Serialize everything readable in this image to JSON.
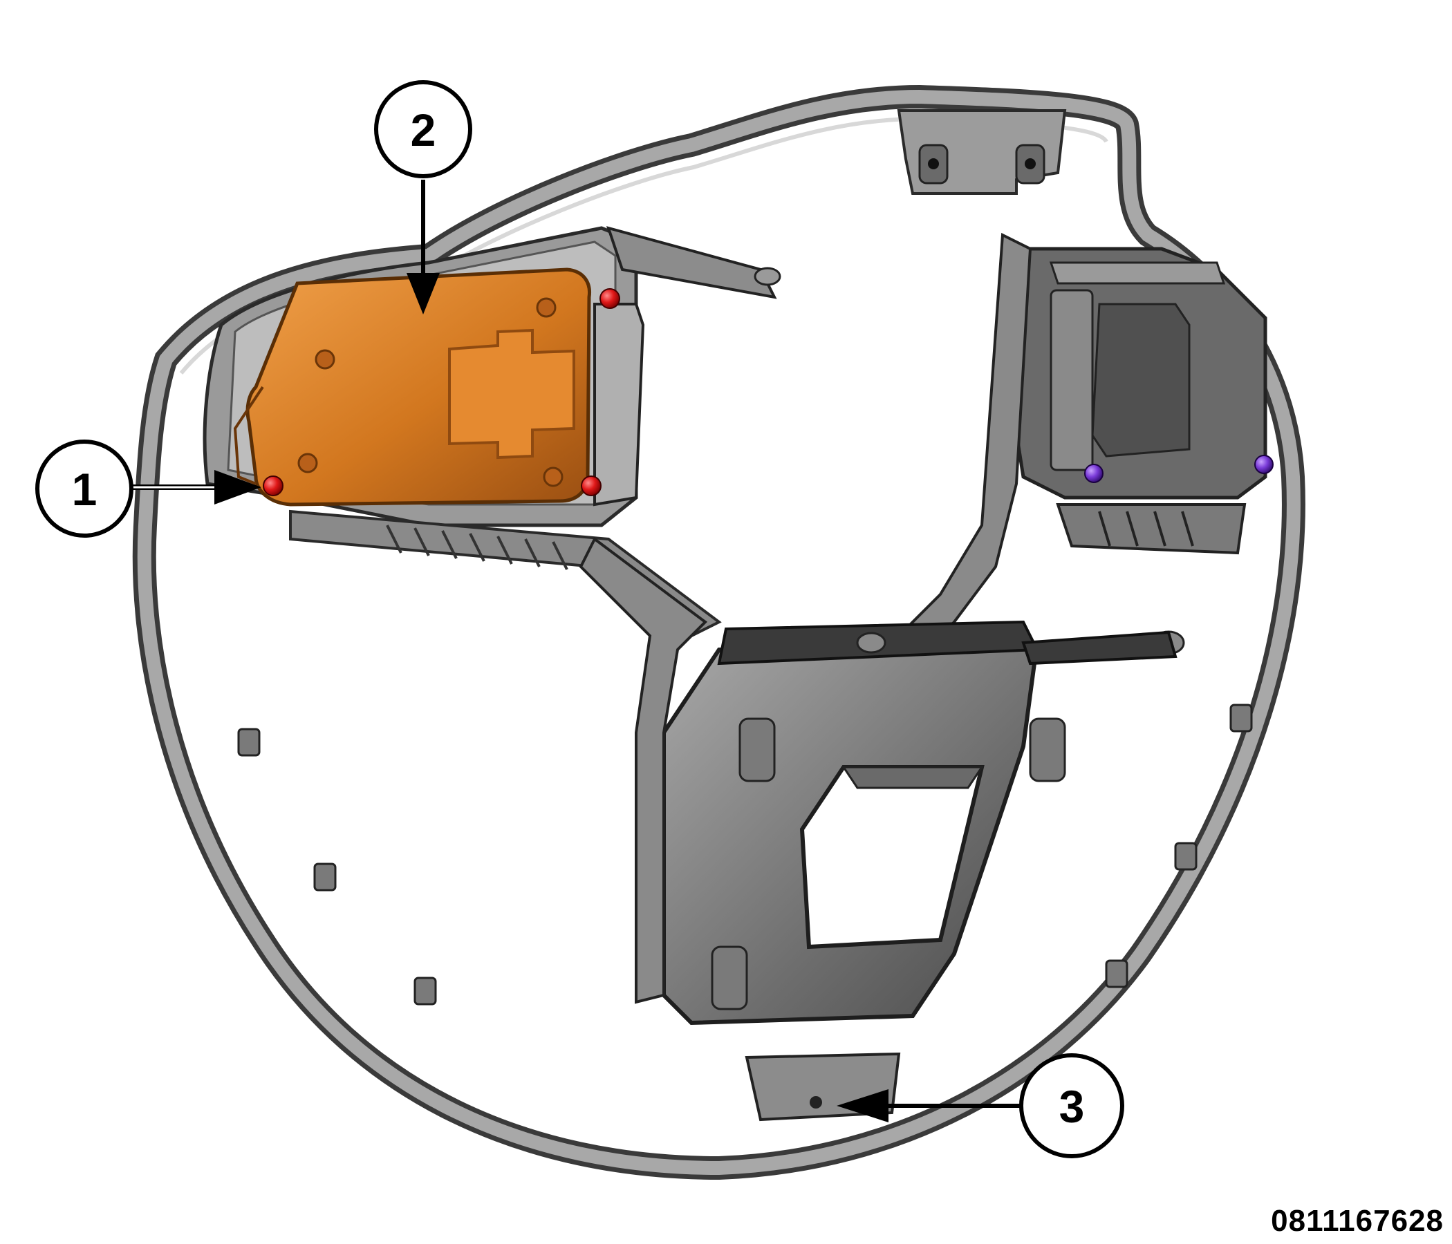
{
  "callouts": {
    "one": "1",
    "two": "2",
    "three": "3"
  },
  "figure_id": "0811167628",
  "colors": {
    "module": "#d2771f",
    "module_dark": "#8f4a10",
    "housing": "#8c8c8c",
    "housing_dark": "#555555",
    "housing_light": "#c4c4c4",
    "screw_red": "#e01818",
    "screw_purple": "#7a3bd8"
  }
}
